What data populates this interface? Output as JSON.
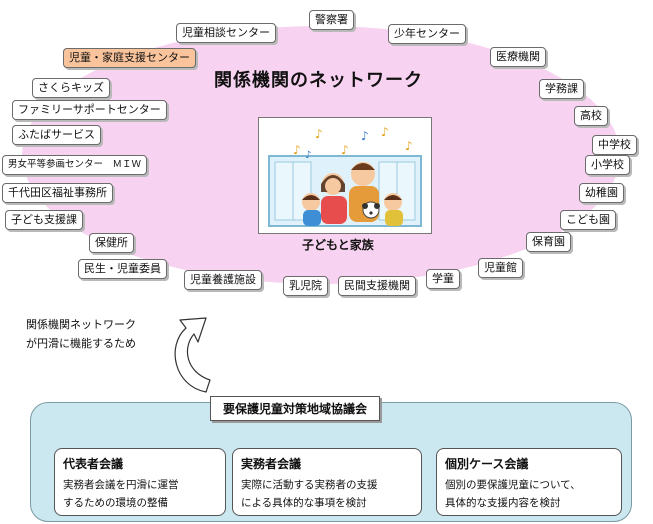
{
  "network": {
    "title": "関係機関のネットワーク",
    "agencies": [
      "児童相談センター",
      "警察署",
      "少年センター",
      "児童・家庭支援センター",
      "医療機関",
      "さくらキッズ",
      "学務課",
      "ファミリーサポートセンター",
      "高校",
      "ふたばサービス",
      "中学校",
      "男女平等参画センター　ＭＩＷ",
      "小学校",
      "千代田区福祉事務所",
      "幼稚園",
      "子ども支援課",
      "こども園",
      "保健所",
      "保育園",
      "民生・児童委員",
      "児童館",
      "児童養護施設",
      "学童",
      "乳児院",
      "民間支援機関"
    ],
    "highlight_color": "#f9c39c",
    "background_color": "#f8d3f1"
  },
  "center": {
    "label": "子どもと家族"
  },
  "annotation": {
    "line1": "関係機関ネットワーク",
    "line2": "が円滑に機能するため"
  },
  "council": {
    "title": "要保護児童対策地域協議会",
    "background_color": "#cbe7ef",
    "meetings": [
      {
        "title": "代表者会議",
        "line1": "実務者会議を円滑に運営",
        "line2": "するための環境の整備"
      },
      {
        "title": "実務者会議",
        "line1": "実際に活動する実務者の支援",
        "line2": "による具体的な事項を検討"
      },
      {
        "title": "個別ケース会議",
        "line1": "個別の要保護児童について、",
        "line2": "具体的な支援内容を検討"
      }
    ]
  }
}
